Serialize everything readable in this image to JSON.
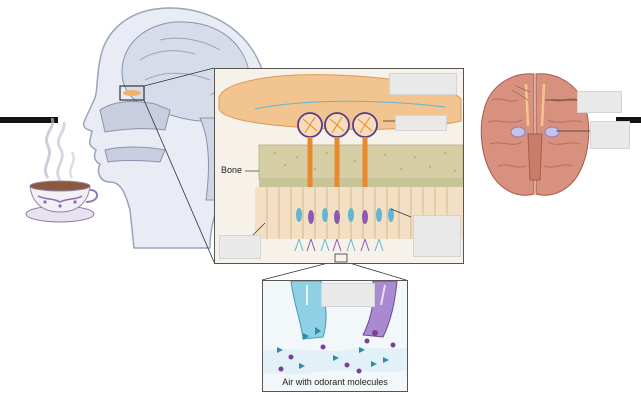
{
  "labels": {
    "bone": "Bone",
    "air": "Air with odorant molecules"
  },
  "blank_label_boxes": 7,
  "colors": {
    "bulb": "#f2c48f",
    "axon": "#e98a2e",
    "bone": "#d6cfa6",
    "epithelium": "#f3dfc4",
    "receptor_cyan": "#5fb8cf",
    "receptor_purple": "#8a5ab5",
    "brain": "#d9917f",
    "outline_gray": "#9aa4ba"
  },
  "icons": {
    "teacup": "teacup-steam-icon",
    "head": "head-sagittal-icon",
    "brain": "brain-inferior-icon"
  }
}
